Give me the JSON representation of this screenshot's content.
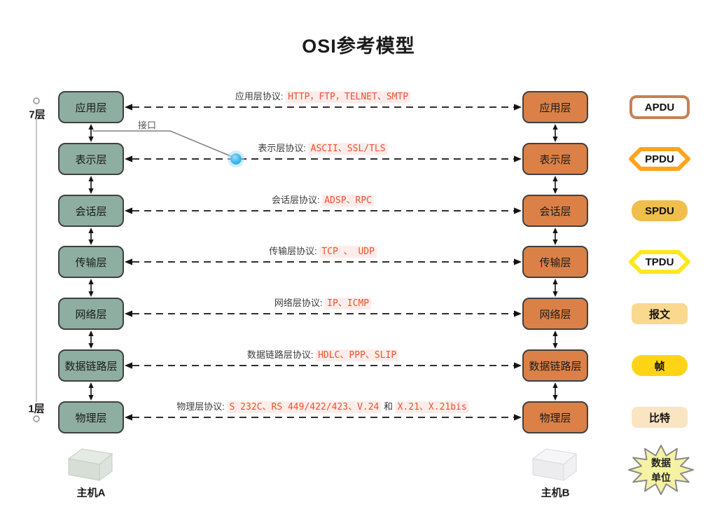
{
  "title": "OSI参考模型",
  "scale": {
    "top": "7层",
    "bottom": "1层"
  },
  "interface": {
    "label": "接口"
  },
  "hosts": {
    "a": "主机A",
    "b": "主机B"
  },
  "data_unit": {
    "line1": "数据",
    "line2": "单位"
  },
  "colors": {
    "left_box": "#8EAEA1",
    "right_box": "#DB8148",
    "code_text": "#F1502F",
    "code_bg": "#FDEDEA",
    "dash_line": "#2F2F2F"
  },
  "layers": [
    {
      "left": "应用层",
      "right": "应用层",
      "annotation": [
        {
          "style": "label",
          "text": "应用层协议: "
        },
        {
          "style": "code",
          "text": "HTTP，FTP，TELNET、SMTP"
        }
      ],
      "pdu": {
        "text": "APDU",
        "shape": "outline-rect",
        "color": "#C97F54"
      }
    },
    {
      "left": "表示层",
      "right": "表示层",
      "annotation": [
        {
          "style": "label",
          "text": "表示层协议: "
        },
        {
          "style": "code",
          "text": "ASCII、SSL/TLS"
        }
      ],
      "pdu": {
        "text": "PPDU",
        "shape": "outline-hex",
        "color": "#FFA41C"
      }
    },
    {
      "left": "会话层",
      "right": "会话层",
      "annotation": [
        {
          "style": "label",
          "text": "会话层协议: "
        },
        {
          "style": "code",
          "text": "ADSP、RPC"
        }
      ],
      "pdu": {
        "text": "SPDU",
        "shape": "solid",
        "color": "#F0BE4C",
        "radius": 14
      }
    },
    {
      "left": "传输层",
      "right": "传输层",
      "annotation": [
        {
          "style": "label",
          "text": "传输层协议: "
        },
        {
          "style": "code",
          "text": "TCP 、 UDP"
        }
      ],
      "pdu": {
        "text": "TPDU",
        "shape": "outline-hex",
        "color": "#FFE71F"
      }
    },
    {
      "left": "网络层",
      "right": "网络层",
      "annotation": [
        {
          "style": "label",
          "text": "网络层协议: "
        },
        {
          "style": "code",
          "text": "IP、ICMP"
        }
      ],
      "pdu": {
        "text": "报文",
        "shape": "solid",
        "color": "#FAD98E",
        "radius": 8
      }
    },
    {
      "left": "数据链路层",
      "right": "数据链路层",
      "annotation": [
        {
          "style": "label",
          "text": "数据链路层协议: "
        },
        {
          "style": "code",
          "text": "HDLC、PPP、SLIP"
        }
      ],
      "pdu": {
        "text": "帧",
        "shape": "solid",
        "color": "#FFD416",
        "radius": 16
      }
    },
    {
      "left": "物理层",
      "right": "物理层",
      "annotation": [
        {
          "style": "label",
          "text": "物理层协议: "
        },
        {
          "style": "code",
          "text": "S 232C、RS 449/422/423、V.24"
        },
        {
          "style": "plain",
          "text": " 和 "
        },
        {
          "style": "code",
          "text": "X.21、X.21bis"
        }
      ],
      "pdu": {
        "text": "比特",
        "shape": "solid",
        "color": "#FBE4C1",
        "radius": 8
      }
    }
  ]
}
